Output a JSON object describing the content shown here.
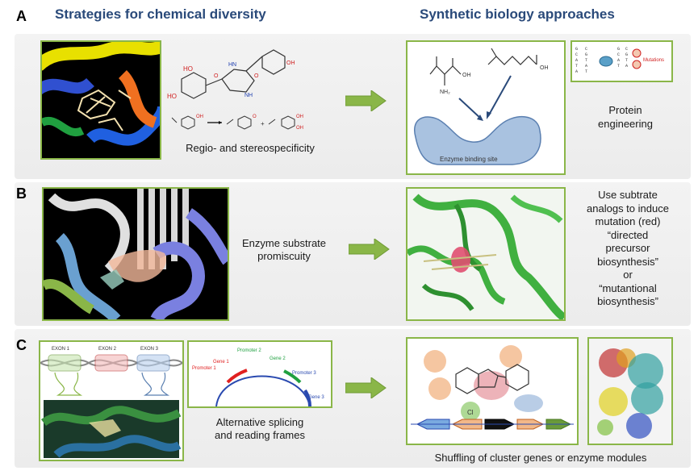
{
  "headings": {
    "left": "Strategies for chemical diversity",
    "right": "Synthetic biology approaches"
  },
  "sections": {
    "a": {
      "letter": "A",
      "left_caption": "Regio- and stereospecificity",
      "right_caption": "Protein\nengineering",
      "enzyme_site_label": "Enzyme binding site",
      "nh2_label": "NH₂",
      "oh_label": "OH",
      "mutations_label": "Mutations"
    },
    "b": {
      "letter": "B",
      "left_caption": "Enzyme substrate\npromiscuity",
      "right_caption": "Use subtrate\nanalogs to induce\nmutation (red)\n“directed\nprecursor\nbiosynthesis”\nor\n“mutantional\nbiosynthesis”"
    },
    "c": {
      "letter": "C",
      "exon_labels": [
        "EXON 1",
        "EXON 2",
        "EXON 3"
      ],
      "promoter_labels": [
        "Promoter 1",
        "Promoter 2",
        "Promoter 3"
      ],
      "gene_labels": [
        "Gene 1",
        "Gene 2",
        "Gene 3"
      ],
      "left_caption": "Alternative splicing\nand reading frames",
      "right_caption": "Shuffling of cluster genes or enzyme modules",
      "cl_label": "Cl"
    }
  },
  "colors": {
    "heading": "#2a4a7a",
    "box_border": "#8ab648",
    "arrow": "#8ab648"
  }
}
